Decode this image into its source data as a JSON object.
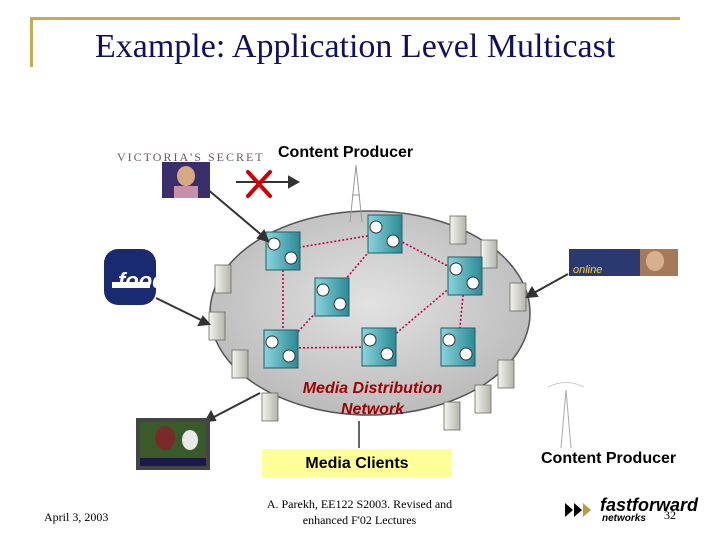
{
  "slide": {
    "title": "Example: Application Level Multicast",
    "date": "April 3, 2003",
    "credit": "A. Parekh, EE122 S2003. Revised and enhanced F'02 Lectures",
    "page": "32"
  },
  "diagram": {
    "producer_top": "Content Producer",
    "producer_right": "Content Producer",
    "network_label": "Media Distribution Network",
    "clients_label": "Media Clients"
  },
  "logos": {
    "victorias_secret": "VICTORIA'S SECRET",
    "food_network": "food",
    "online_banner": "online",
    "fastforward_name": "fastforward",
    "fastforward_sub": "networks"
  },
  "colors": {
    "title": "#101060",
    "frame": "#c8aa50",
    "network_cloud": "#c9c9c9",
    "network_label": "#a00000",
    "overlay_link": "#c0004b",
    "router": "#4aaab4",
    "blocked_x": "#d00000",
    "clients_box": "#ffff99"
  }
}
